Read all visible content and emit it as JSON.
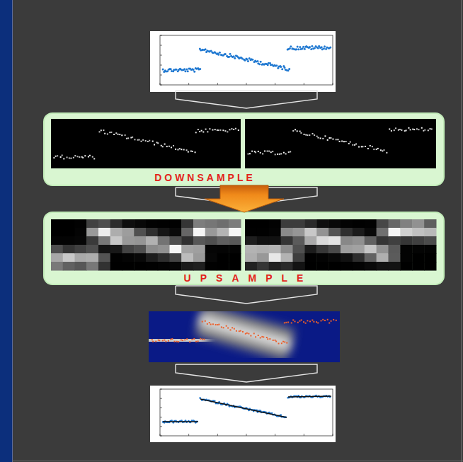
{
  "diagram": {
    "nodes": [
      {
        "text": [
          "DOWNSAMPLE"
        ]
      },
      {
        "text": [
          "UPSAMPLE"
        ]
      }
    ],
    "edges": [
      {
        "from": 0,
        "to": 1,
        "arrow": "to"
      }
    ]
  }
}
